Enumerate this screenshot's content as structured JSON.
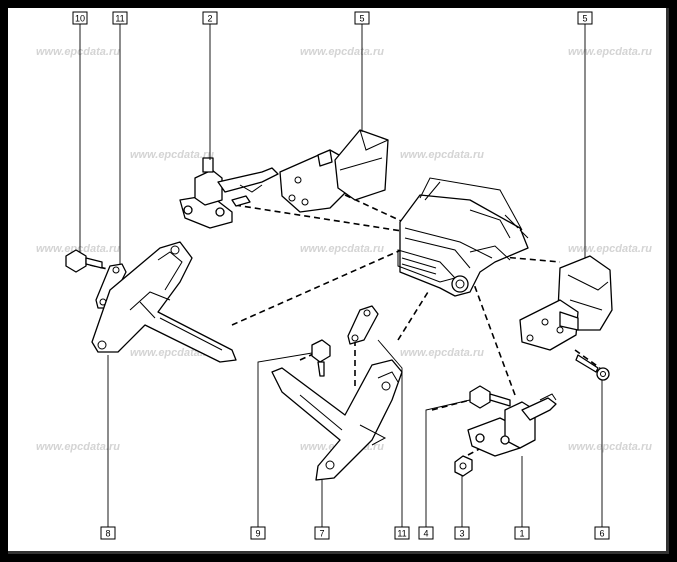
{
  "watermark": "www.epcdata.ru",
  "callouts": [
    {
      "label": "10",
      "part": "bolt-10"
    },
    {
      "label": "11",
      "part": "plate-11-upper"
    },
    {
      "label": "2",
      "part": "upper-hinge-2"
    },
    {
      "label": "5",
      "part": "hinge-bracket-5-upper"
    },
    {
      "label": "5",
      "part": "hinge-bracket-5-right"
    },
    {
      "label": "8",
      "part": "bracket-8"
    },
    {
      "label": "9",
      "part": "screw-9"
    },
    {
      "label": "7",
      "part": "bracket-7"
    },
    {
      "label": "11",
      "part": "plate-11-lower"
    },
    {
      "label": "4",
      "part": "bolt-4"
    },
    {
      "label": "3",
      "part": "nut-3"
    },
    {
      "label": "1",
      "part": "lower-hinge-1"
    },
    {
      "label": "6",
      "part": "screw-6"
    }
  ]
}
